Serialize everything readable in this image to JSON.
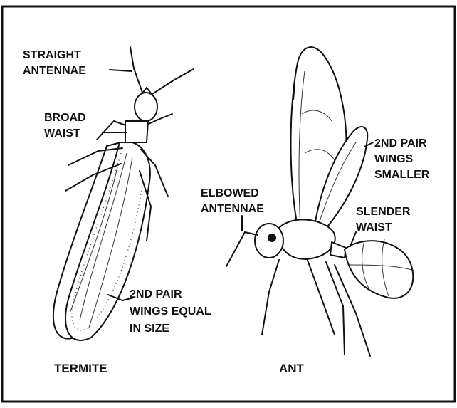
{
  "labels": {
    "straight_1": "STRAIGHT",
    "straight_2": "ANTENNAE",
    "broad_1": "BROAD",
    "broad_2": "WAIST",
    "wings_equal_1": "2ND PAIR",
    "wings_equal_2": "WINGS EQUAL",
    "wings_equal_3": "IN SIZE",
    "wings_smaller_1": "2ND PAIR",
    "wings_smaller_2": "WINGS",
    "wings_smaller_3": "SMALLER",
    "elbowed_1": "ELBOWED",
    "elbowed_2": "ANTENNAE",
    "slender_1": "SLENDER",
    "slender_2": "WAIST"
  },
  "captions": {
    "termite": "TERMITE",
    "ant": "ANT"
  },
  "colors": {
    "ink": "#111111",
    "background": "#ffffff"
  }
}
